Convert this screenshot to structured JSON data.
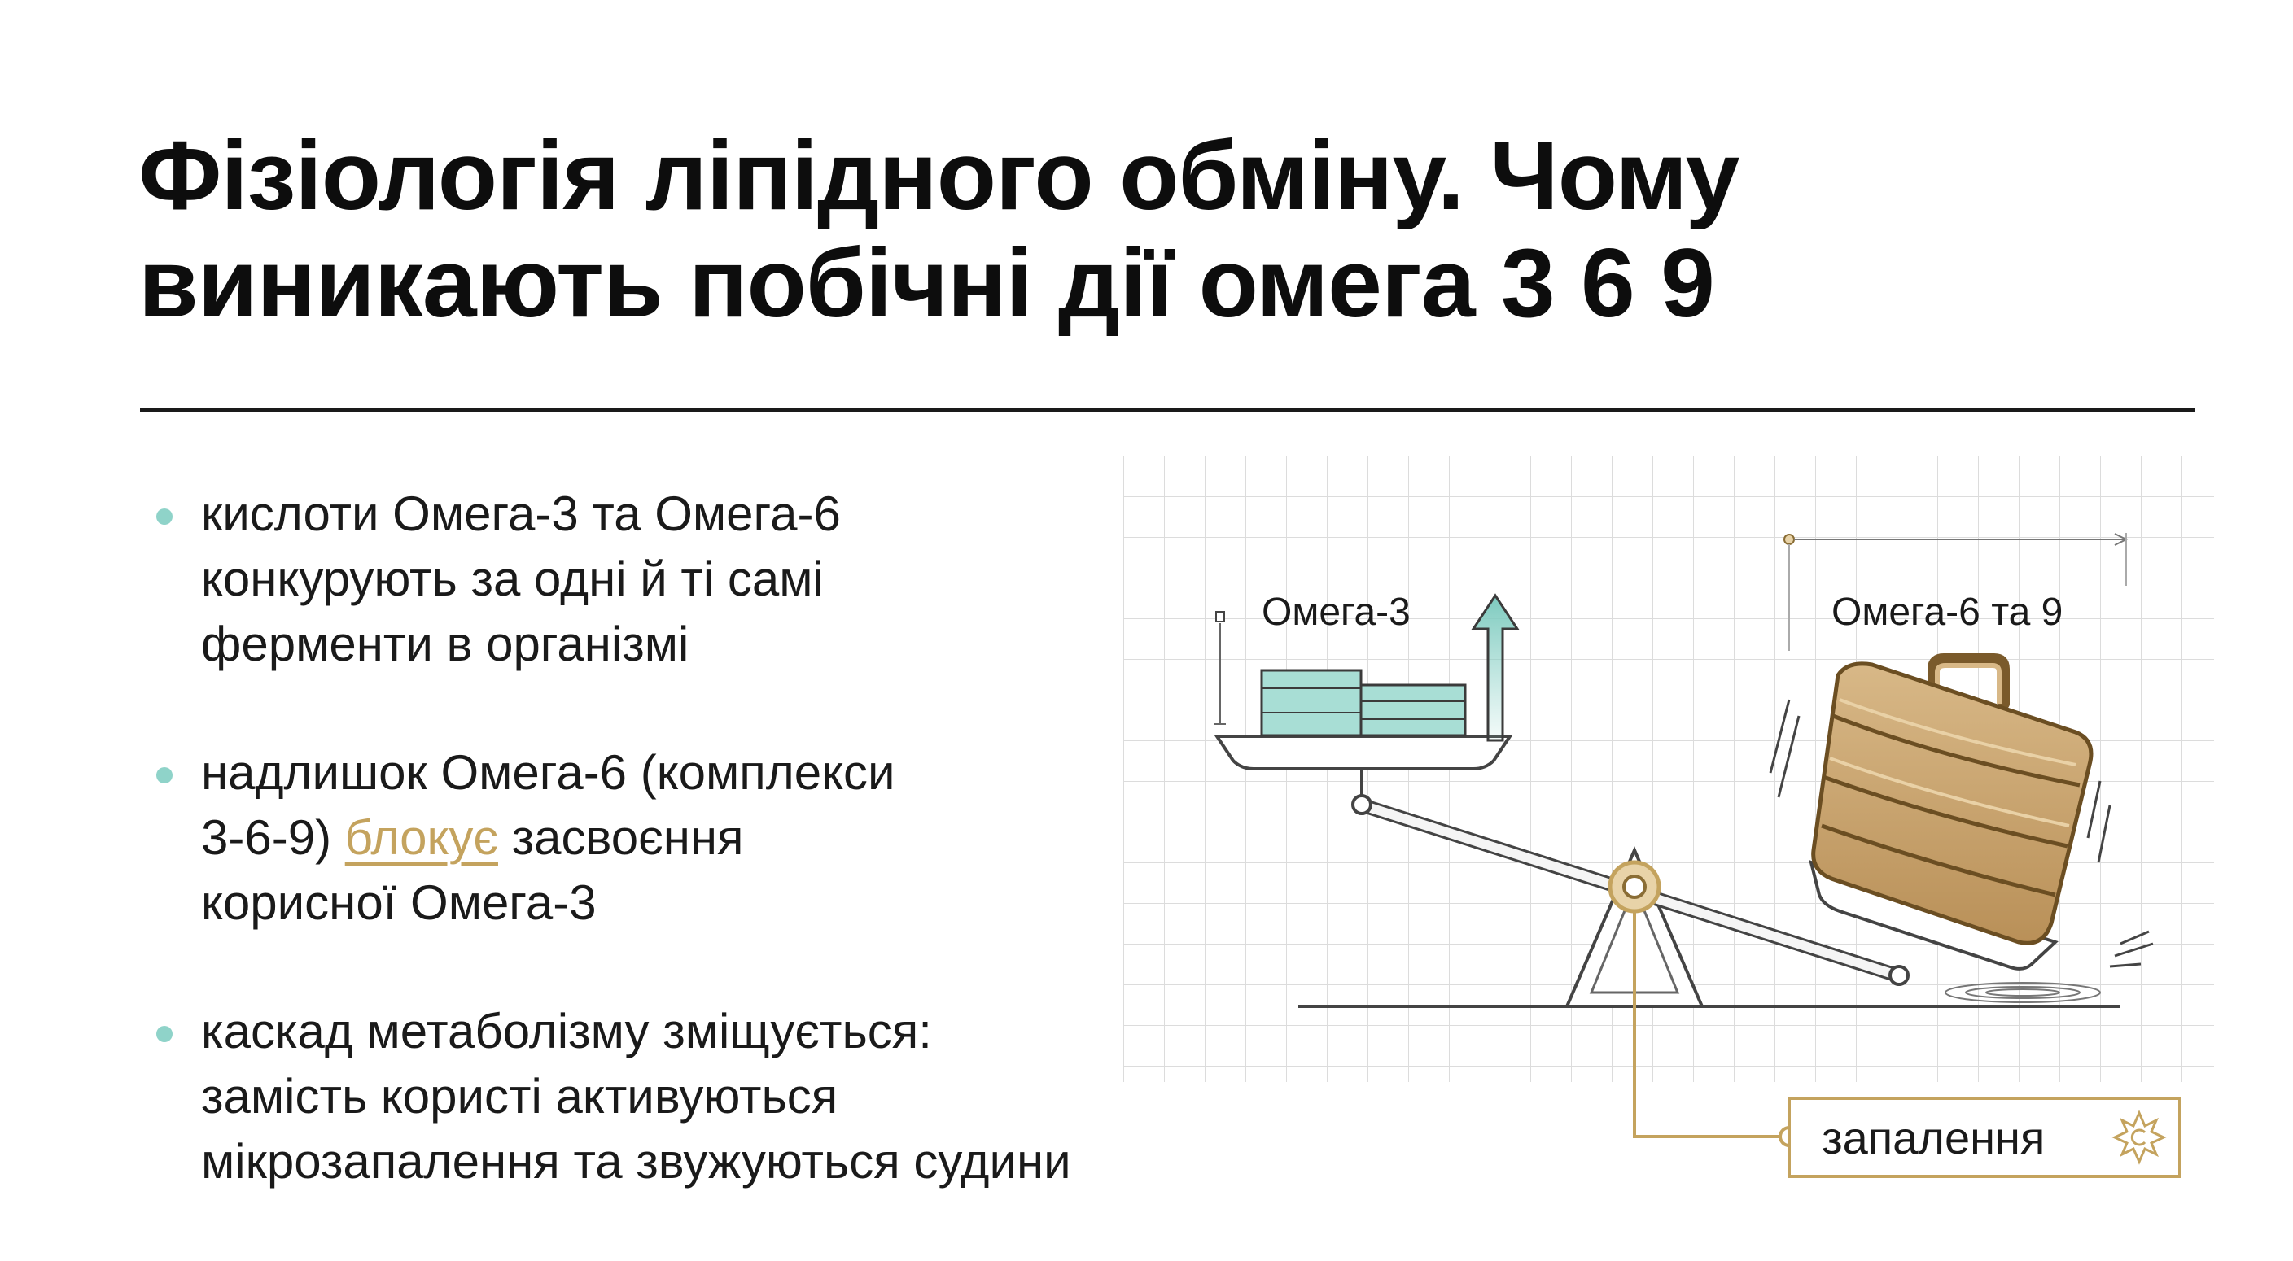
{
  "title": {
    "line1": "Фізіологія ліпідного обміну. Чому",
    "line2": "виникають побічні дії омега 3 6 9"
  },
  "bullets": [
    {
      "lines": [
        "кислоти Омега-3 та Омега-6",
        "конкурують за одні й ті самі",
        "ферменти в організмі"
      ]
    },
    {
      "line1": "надлишок Омега-6 (комплекси",
      "line2_before": "3-6-9) ",
      "line2_highlight": "блокує",
      "line2_after": " засвоєння",
      "line3": "корисної Омега-3"
    },
    {
      "lines": [
        "каскад метаболізму зміщується:",
        "замість користі активуються",
        "мікрозапалення та звужуються судини"
      ]
    }
  ],
  "illustration": {
    "omega3_label": "Омега-3",
    "omega69_label": "Омега-6 та 9",
    "inflammation_label": "запалення"
  },
  "colors": {
    "mint_accent": "#8fd3c9",
    "gold_accent": "#c4a35e",
    "text": "#1a1a1a"
  },
  "icons": {
    "bullet": "bullet-dot-icon",
    "arrow": "up-arrow-icon",
    "inflammation": "sun-burst-icon"
  }
}
